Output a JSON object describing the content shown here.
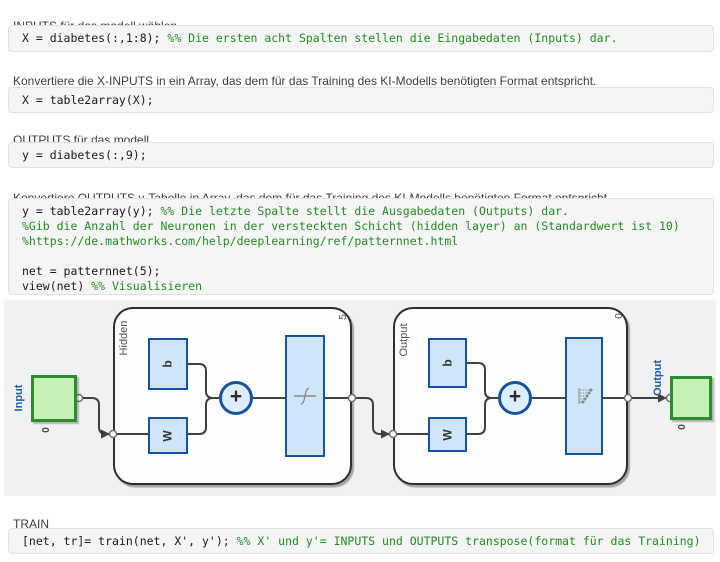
{
  "colors": {
    "text": "#3c3c3c",
    "code_text": "#1a1a1a",
    "code_bg": "#f5f5f5",
    "code_border": "#e1e1e1",
    "comment_green": "#228B22",
    "diagram_bg": "#f0f1f3",
    "container_border": "#2e2e2e",
    "box_fill": "#cfe6fa",
    "box_border": "#17549b",
    "green_fill": "#c6f1b4",
    "green_border": "#2e8b2e",
    "node_label_blue": "#1f5fa8",
    "layer_name": "#55514b",
    "number": "#4a4a4a",
    "corner_number": "#33527c",
    "wire": "#404040"
  },
  "paragraphs": {
    "p1": "INPUTS für das modell wählen",
    "p2": "Konvertiere die X-INPUTS in ein Array, das dem für das Training des KI-Modells benötigten Format entspricht.",
    "p3": "OUTPUTS für das modell",
    "p4": "Konvertiere OUTPUTS y-Tabelle in Array, das dem für das Training des KI-Modells benötigten Format entspricht.",
    "p5": "TRAIN"
  },
  "code_blocks": {
    "b1": {
      "code": "X = diabetes(:,1:8); ",
      "comment": "%% Die ersten acht Spalten stellen die Eingabedaten (Inputs) dar."
    },
    "b2": {
      "code": "X = table2array(X);"
    },
    "b3": {
      "code": "y = diabetes(:,9);"
    },
    "b4": {
      "lines": [
        {
          "code": "y = table2array(y); ",
          "comment": "%% Die letzte Spalte stellt die Ausgabedaten (Outputs) dar."
        },
        {
          "comment": "%Gib die Anzahl der Neuronen in der versteckten Schicht (hidden layer) an (Standardwert ist 10)"
        },
        {
          "comment": "%https://de.mathworks.com/help/deeplearning/ref/patternnet.html"
        },
        {
          "code": ""
        },
        {
          "code": "net = patternnet(5);"
        },
        {
          "code": "view(net) ",
          "comment": "%% Visualisieren"
        }
      ]
    },
    "b5": {
      "code": "[net, tr]= train(net, X', y'); ",
      "comment": "%% X' und y'= INPUTS und OUTPUTS transpose(format für das Training)"
    }
  },
  "diagram": {
    "input_node": {
      "label": "Input",
      "size": "0"
    },
    "output_node": {
      "label": "Output",
      "size": "0"
    },
    "hidden_layer": {
      "name": "Hidden",
      "neurons": "5",
      "weight": "W",
      "bias": "b",
      "sum": "+"
    },
    "output_layer": {
      "name": "Output",
      "neurons": "0",
      "weight": "W",
      "bias": "b",
      "sum": "+"
    }
  }
}
